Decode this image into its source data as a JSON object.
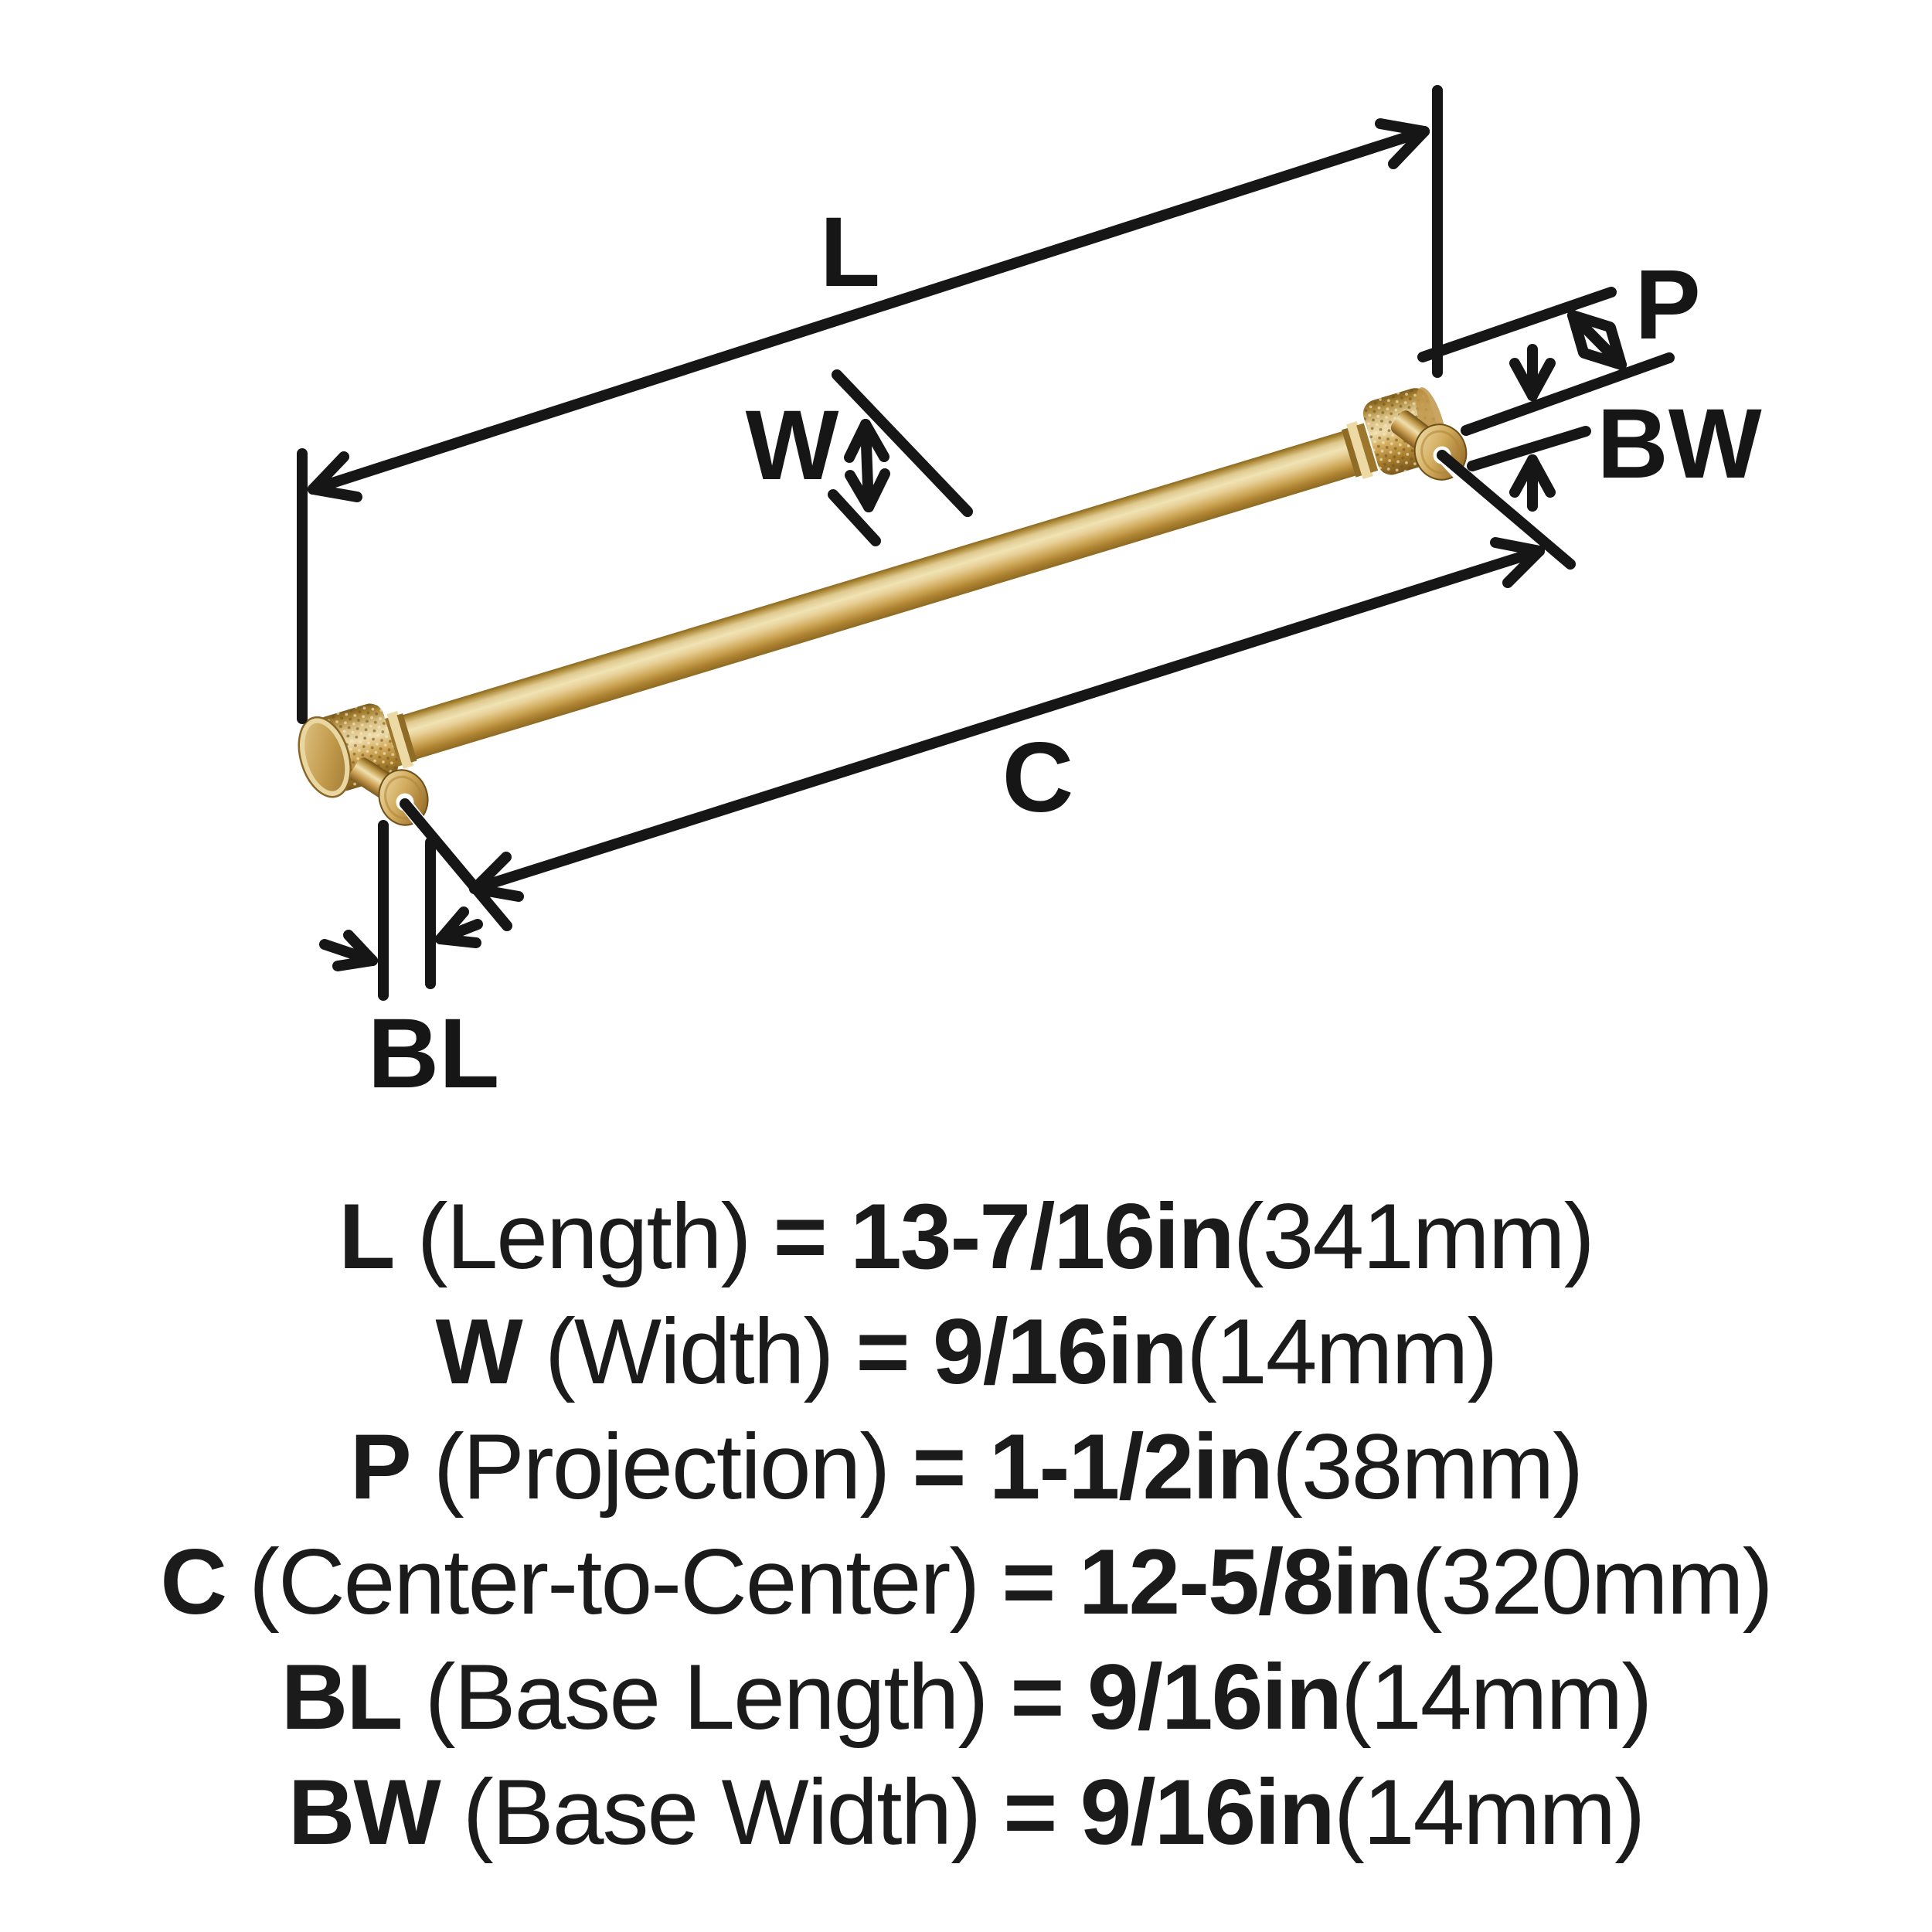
{
  "page": {
    "background": "#ffffff",
    "type": "product-dimension-diagram",
    "product": "knurled bar cabinet pull, champagne bronze finish"
  },
  "colors": {
    "line": "#161616",
    "brass_light": "#f1e3b4",
    "brass_mid": "#cfa95a",
    "brass_dark": "#8a671f"
  },
  "diagram": {
    "labels": {
      "length": "L",
      "width": "W",
      "projection": "P",
      "center_to_center": "C",
      "base_length": "BL",
      "base_width": "BW"
    }
  },
  "spec": {
    "lines": [
      {
        "symbol": "L",
        "descriptor": "(Length)",
        "value": "= 13-7/16in",
        "metric": "(341mm)"
      },
      {
        "symbol": "W",
        "descriptor": "(Width)",
        "value": "= 9/16in",
        "metric": "(14mm)"
      },
      {
        "symbol": "P",
        "descriptor": "(Projection)",
        "value": "= 1-1/2in",
        "metric": "(38mm)"
      },
      {
        "symbol": "C",
        "descriptor": "(Center-to-Center)",
        "value": "= 12-5/8in",
        "metric": "(320mm)"
      },
      {
        "symbol": "BL",
        "descriptor": "(Base Length)",
        "value": "= 9/16in",
        "metric": "(14mm)"
      },
      {
        "symbol": "BW",
        "descriptor": "(Base Width)",
        "value": "= 9/16in",
        "metric": "(14mm)"
      }
    ]
  }
}
